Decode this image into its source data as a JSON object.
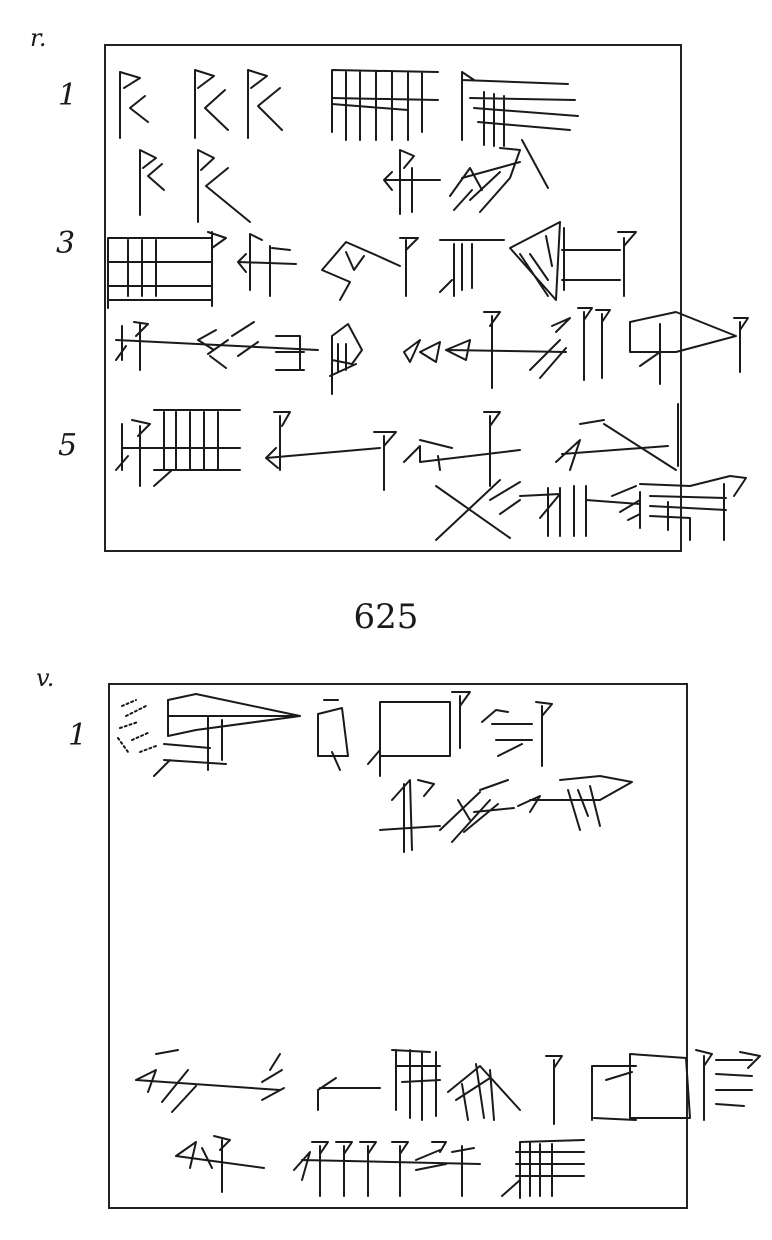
{
  "obverse": {
    "face_label": "r.",
    "line_numbers": [
      "1",
      "3",
      "5"
    ]
  },
  "tablet_number": "625",
  "reverse": {
    "face_label": "v.",
    "line_numbers": [
      "1"
    ]
  }
}
